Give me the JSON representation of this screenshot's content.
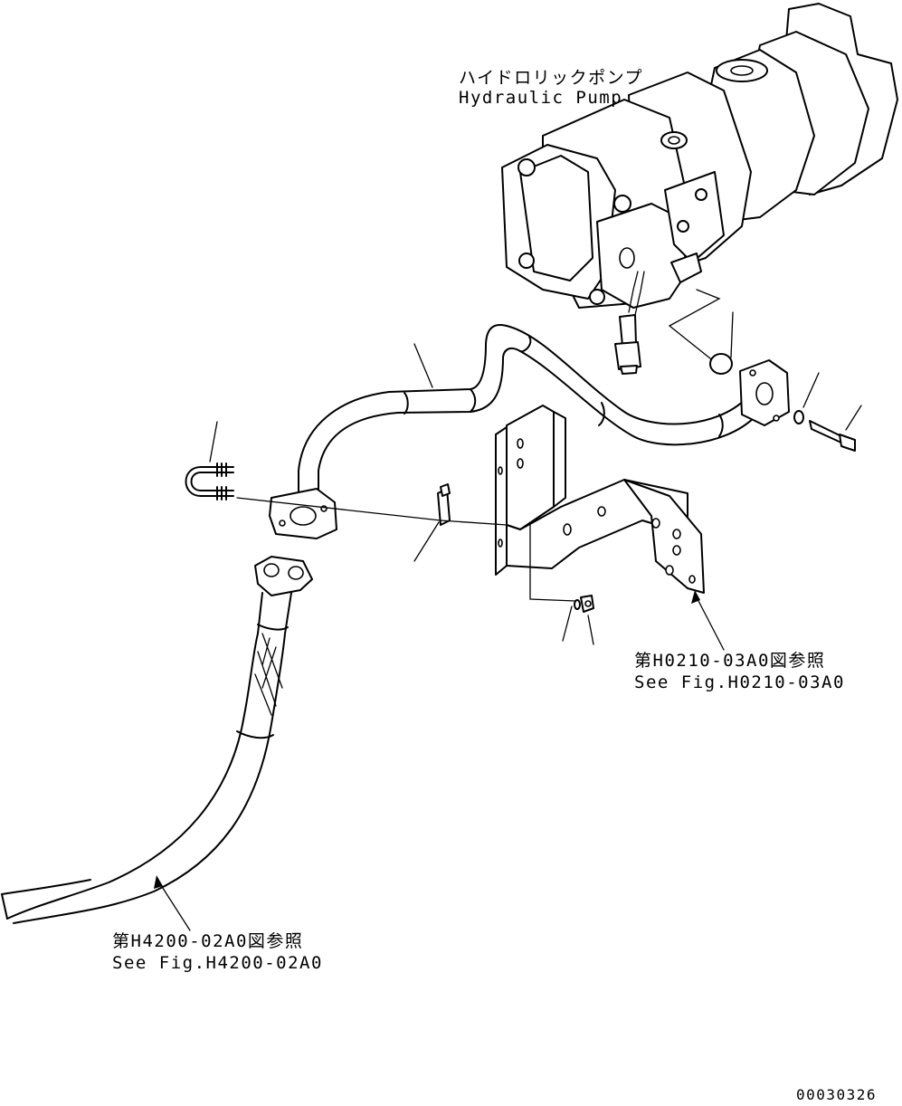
{
  "labels": {
    "pump_jp": "ハイドロリックポンプ",
    "pump_en": "Hydraulic Pump",
    "bracket_ref_jp": "第H0210-03A0図参照",
    "bracket_ref_en": "See Fig.H0210-03A0",
    "hose_ref_jp": "第H4200-02A0図参照",
    "hose_ref_en": "See Fig.H4200-02A0",
    "drawing_number": "00030326"
  }
}
